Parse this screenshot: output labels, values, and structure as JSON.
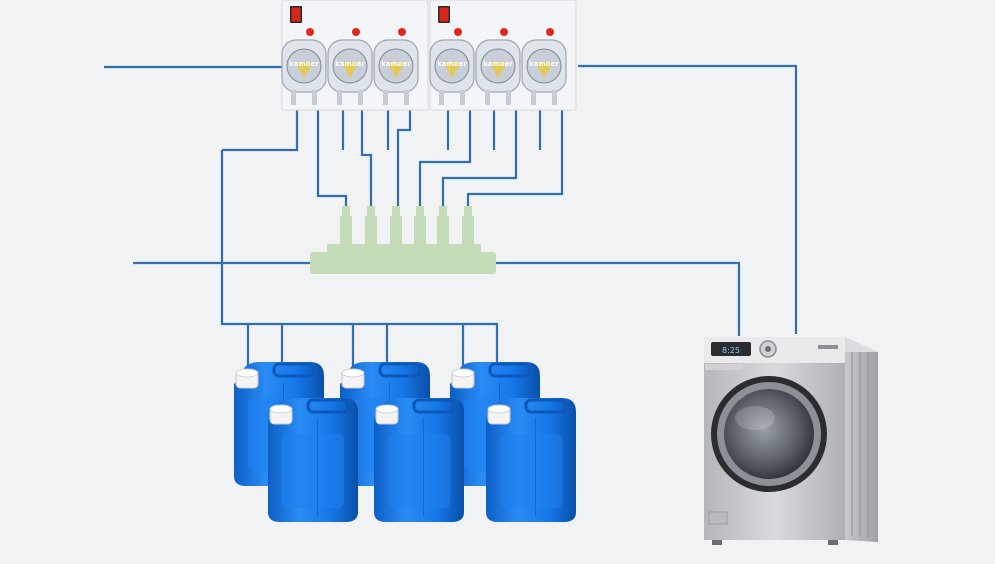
{
  "colors": {
    "background": "#f1f2f4",
    "tube": "#2f6fb0",
    "manifold": "#c5dcb9",
    "panel": "#f4f5f8",
    "pump_body": "#dfe3ea",
    "pump_rotor": "#e8c84a",
    "led": "#e2261c",
    "switch": "#d9261c",
    "canister": "#1677e8",
    "canister_dark": "#0b58b8",
    "cap": "#f3f3f3",
    "washer_body": "#c9cacd",
    "washer_door": "#2b2d31"
  },
  "pump_controller": {
    "units": 2,
    "pumps_per_unit": 3,
    "pump_brand": "kamoer",
    "power_switch_icon": "rocker-switch-icon",
    "status_led_icon": "status-led-icon"
  },
  "manifold": {
    "inlet_ports": 6
  },
  "canisters": {
    "count": 6,
    "icon": "jerrycan-icon"
  },
  "washer": {
    "icon": "front-load-washer-icon",
    "display": "8:25"
  }
}
